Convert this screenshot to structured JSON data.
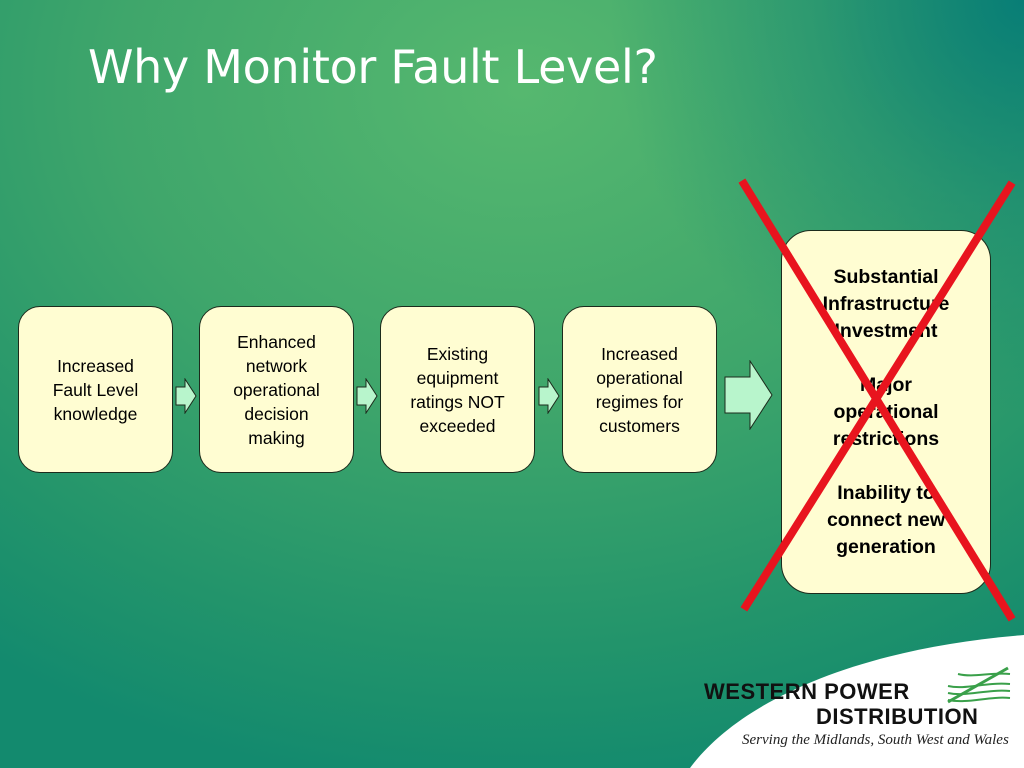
{
  "slide": {
    "title": "Why Monitor Fault Level?"
  },
  "flow": {
    "steps": [
      {
        "text": "Increased\nFault Level\nknowledge"
      },
      {
        "text": "Enhanced\nnetwork\noperational\ndecision\nmaking"
      },
      {
        "text": "Existing\nequipment\nratings NOT\nexceeded"
      },
      {
        "text": "Increased\noperational\nregimes for\ncustomers"
      }
    ],
    "outcome": {
      "items": [
        "Substantial\nInfrastructure\nInvestment",
        "Major\noperational\nrestrictions",
        "Inability to\nconnect new\ngeneration"
      ],
      "crossed_out": true
    },
    "colors": {
      "box_fill": "#fffdd2",
      "arrow_fill": "#b8f5cc",
      "cross": "#e8141e"
    }
  },
  "logo": {
    "line1": "WESTERN POWER",
    "line2": "DISTRIBUTION",
    "tagline": "Serving the Midlands, South West and Wales",
    "mark_color": "#3aa04a"
  }
}
